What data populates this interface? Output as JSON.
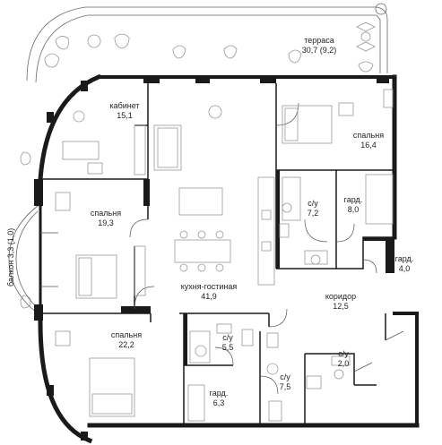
{
  "rooms": {
    "terrace": {
      "name": "терраса",
      "area": "30,7 (9,2)"
    },
    "study": {
      "name": "кабинет",
      "area": "15,1"
    },
    "bedroom_ne": {
      "name": "спальня",
      "area": "16,4"
    },
    "bath_1": {
      "name": "с/у",
      "area": "7,2"
    },
    "wardrobe_1": {
      "name": "гард.",
      "area": "8,0"
    },
    "wardrobe_2": {
      "name": "гард.",
      "area": "4,0"
    },
    "bedroom_w": {
      "name": "спальня",
      "area": "19,3"
    },
    "balcony": {
      "name": "балкон",
      "area": "3,3 (1,0)"
    },
    "kitchen": {
      "name": "кухня-гостиная",
      "area": "41,9"
    },
    "corridor": {
      "name": "коридор",
      "area": "12,5"
    },
    "bedroom_sw": {
      "name": "спальня",
      "area": "22,2"
    },
    "bath_2": {
      "name": "с/у",
      "area": "5,5"
    },
    "bath_3": {
      "name": "с/у",
      "area": "2,0"
    },
    "bath_4": {
      "name": "с/у",
      "area": "7,5"
    },
    "wardrobe_3": {
      "name": "гард.",
      "area": "6,3"
    }
  },
  "colors": {
    "wall": "#1a1a1a",
    "thin_line": "#555555",
    "furniture": "#9a9a9a",
    "fill": "#ffffff"
  }
}
